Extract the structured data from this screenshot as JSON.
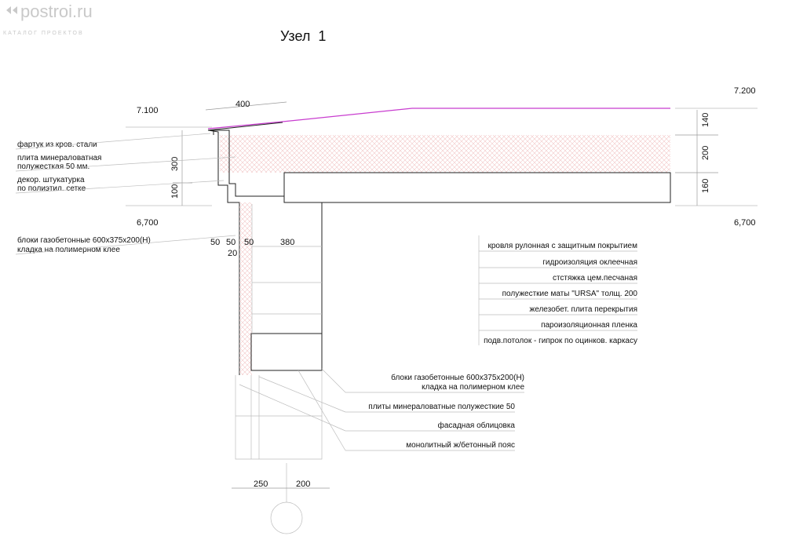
{
  "watermark": {
    "brand": "postroi.ru",
    "tagline": "КАТАЛОГ ПРОЕКТОВ"
  },
  "title": "Узел  1",
  "levels": {
    "top_left": "7.100",
    "top_right": "7.200",
    "bottom_left": "6,700",
    "bottom_right": "6,700"
  },
  "dimensions": {
    "overhang": "400",
    "right_layers": [
      "140",
      "200",
      "160"
    ],
    "left_vertical": [
      "300",
      "100"
    ],
    "wall_top": [
      "50",
      "50",
      "50",
      "380"
    ],
    "wall_top_sub": "20",
    "bottom": [
      "250",
      "200"
    ]
  },
  "left_labels": [
    [
      "фартук из кров. стали"
    ],
    [
      "плита минераловатная",
      "полужесткая 50 мм."
    ],
    [
      "декор. штукатурка",
      "по полиэтил. сетке"
    ],
    [
      "блоки газобетонные 600х375х200(H)",
      "кладка на полимерном клее"
    ]
  ],
  "roof_layers": [
    "кровля рулонная с защитным покрытием",
    "гидроизоляция оклеечная",
    "стстяжка цем.песчаная",
    "полужесткие маты \"URSA\" толщ. 200",
    "железобет. плита перекрытия",
    "пароизоляционная пленка",
    "подв.потолок - гипрок по оцинков. каркасу"
  ],
  "wall_labels": [
    [
      "блоки газобетонные 600х375х200(H)",
      "кладка на полимерном клее"
    ],
    [
      "плиты минераловатные полужесткие  50"
    ],
    [
      "фасадная облицовка"
    ],
    [
      "монолитный ж/бетонный пояс"
    ]
  ],
  "colors": {
    "roof_line": "#c83ccf",
    "hatch": "#f2c7c7",
    "watermark": "#c9c9c9"
  }
}
